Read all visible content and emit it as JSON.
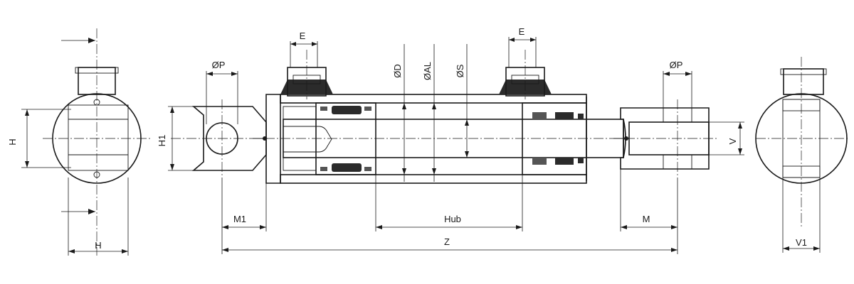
{
  "labels": {
    "h_left": "H",
    "h_bottom": "H",
    "h1": "H1",
    "p_left": "ØP",
    "e_left": "E",
    "e_right": "E",
    "d": "ØD",
    "al": "ØAL",
    "s": "ØS",
    "p_right": "ØP",
    "v": "V",
    "m1": "M1",
    "hub": "Hub",
    "m": "M",
    "z": "Z",
    "v1": "V1"
  },
  "colors": {
    "hatch_fill": "#cfcfcf",
    "body_fill": "#d9d9d9",
    "rod_fill": "#e4e4e4",
    "seal_fill": "#2b2b2b"
  }
}
